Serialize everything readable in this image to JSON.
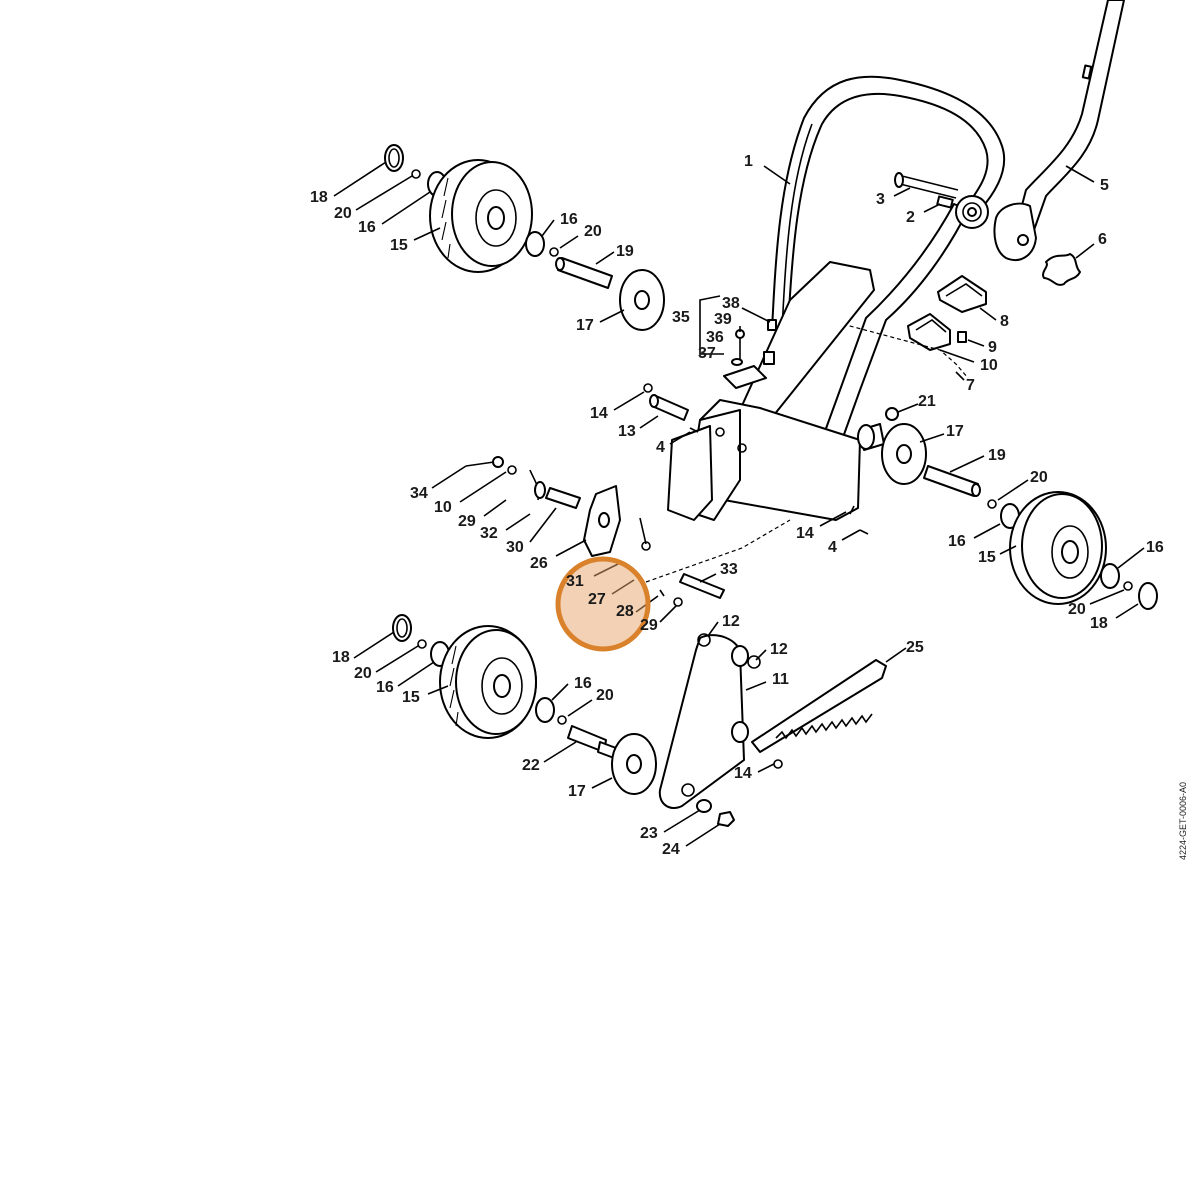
{
  "diagram": {
    "document_code": "4224-GET-0006-A0",
    "highlight_color": "#d9822b",
    "callouts": [
      {
        "id": "c1",
        "label": "1"
      },
      {
        "id": "c2",
        "label": "2"
      },
      {
        "id": "c3",
        "label": "3"
      },
      {
        "id": "c5",
        "label": "5"
      },
      {
        "id": "c6",
        "label": "6"
      },
      {
        "id": "c8",
        "label": "8"
      },
      {
        "id": "c9",
        "label": "9"
      },
      {
        "id": "c10a",
        "label": "10"
      },
      {
        "id": "c7",
        "label": "7"
      },
      {
        "id": "c18a",
        "label": "18"
      },
      {
        "id": "c20a",
        "label": "20"
      },
      {
        "id": "c16a",
        "label": "16"
      },
      {
        "id": "c15a",
        "label": "15"
      },
      {
        "id": "c16b",
        "label": "16"
      },
      {
        "id": "c20b",
        "label": "20"
      },
      {
        "id": "c19a",
        "label": "19"
      },
      {
        "id": "c17a",
        "label": "17"
      },
      {
        "id": "c38",
        "label": "38"
      },
      {
        "id": "c39",
        "label": "39"
      },
      {
        "id": "c35",
        "label": "35"
      },
      {
        "id": "c36",
        "label": "36"
      },
      {
        "id": "c37",
        "label": "37"
      },
      {
        "id": "c14a",
        "label": "14"
      },
      {
        "id": "c13",
        "label": "13"
      },
      {
        "id": "c4a",
        "label": "4"
      },
      {
        "id": "c21",
        "label": "21"
      },
      {
        "id": "c17b",
        "label": "17"
      },
      {
        "id": "c19b",
        "label": "19"
      },
      {
        "id": "c20c",
        "label": "20"
      },
      {
        "id": "c16c",
        "label": "16"
      },
      {
        "id": "c15b",
        "label": "15"
      },
      {
        "id": "c16d",
        "label": "16"
      },
      {
        "id": "c20d",
        "label": "20"
      },
      {
        "id": "c18b",
        "label": "18"
      },
      {
        "id": "c14b",
        "label": "14"
      },
      {
        "id": "c4b",
        "label": "4"
      },
      {
        "id": "c34",
        "label": "34"
      },
      {
        "id": "c10b",
        "label": "10"
      },
      {
        "id": "c29a",
        "label": "29"
      },
      {
        "id": "c32",
        "label": "32"
      },
      {
        "id": "c30",
        "label": "30"
      },
      {
        "id": "c26",
        "label": "26"
      },
      {
        "id": "c31",
        "label": "31"
      },
      {
        "id": "c27",
        "label": "27"
      },
      {
        "id": "c28",
        "label": "28"
      },
      {
        "id": "c29b",
        "label": "29"
      },
      {
        "id": "c33",
        "label": "33"
      },
      {
        "id": "c12a",
        "label": "12"
      },
      {
        "id": "c12b",
        "label": "12"
      },
      {
        "id": "c25",
        "label": "25"
      },
      {
        "id": "c11",
        "label": "11"
      },
      {
        "id": "c18c",
        "label": "18"
      },
      {
        "id": "c20e",
        "label": "20"
      },
      {
        "id": "c16e",
        "label": "16"
      },
      {
        "id": "c15c",
        "label": "15"
      },
      {
        "id": "c16f",
        "label": "16"
      },
      {
        "id": "c20f",
        "label": "20"
      },
      {
        "id": "c22",
        "label": "22"
      },
      {
        "id": "c17c",
        "label": "17"
      },
      {
        "id": "c14c",
        "label": "14"
      },
      {
        "id": "c23",
        "label": "23"
      },
      {
        "id": "c24",
        "label": "24"
      }
    ]
  }
}
